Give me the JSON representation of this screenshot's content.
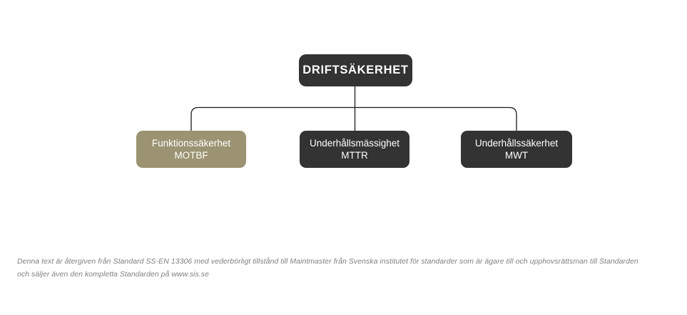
{
  "diagram": {
    "title_node": {
      "label": "DRIFTSÄKERHET",
      "color": "#333333"
    },
    "children": [
      {
        "name": "funktionssakerhet",
        "line1": "Funktionssäkerhet",
        "line2": "MOTBF",
        "color": "#9c9372"
      },
      {
        "name": "underhallsmassighet",
        "line1": "Underhållsmässighet",
        "line2": "MTTR",
        "color": "#333333"
      },
      {
        "name": "underhallssakerhet",
        "line1": "Underhållssäkerhet",
        "line2": "MWT",
        "color": "#333333"
      }
    ],
    "connector_color": "#1a1a1a"
  },
  "footer": {
    "line1": "Denna text är återgiven från Standard SS-EN 13306 med vederbörligt tillstånd till Maintmaster från Svenska institutet för standarder som är ägare till och upphovsrättsman till Standarden",
    "line2": "och säljer även den kompletta Standarden på www.sis.se"
  },
  "background": "#ffffff"
}
